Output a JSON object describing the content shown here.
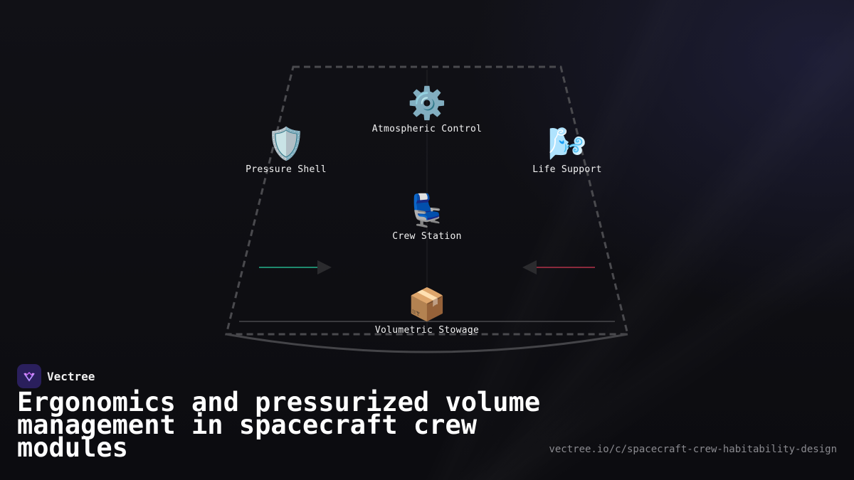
{
  "brand": {
    "name": "Vectree",
    "icon": "vectree-logo-icon",
    "logo_color": "#2a1f5c"
  },
  "title": "Ergonomics and pressurized volume management in spacecraft crew modules",
  "url": "vectree.io/c/spacecraft-crew-habitability-design",
  "nodes": {
    "atmospheric": {
      "icon": "⚙️",
      "icon_name": "gear-icon",
      "label": "Atmospheric Control"
    },
    "pressure": {
      "icon": "🛡️",
      "icon_name": "shield-icon",
      "label": "Pressure Shell"
    },
    "life": {
      "icon": "🌬️",
      "icon_name": "wind-icon",
      "label": "Life Support"
    },
    "crew": {
      "icon": "💺",
      "icon_name": "seat-icon",
      "label": "Crew Station"
    },
    "stowage": {
      "icon": "📦",
      "icon_name": "box-icon",
      "label": "Volumetric Stowage"
    }
  },
  "colors": {
    "inflow_arrow": "#1f8a6e",
    "outflow_arrow": "#8a2a3c",
    "outline": "#4a4a4e"
  }
}
